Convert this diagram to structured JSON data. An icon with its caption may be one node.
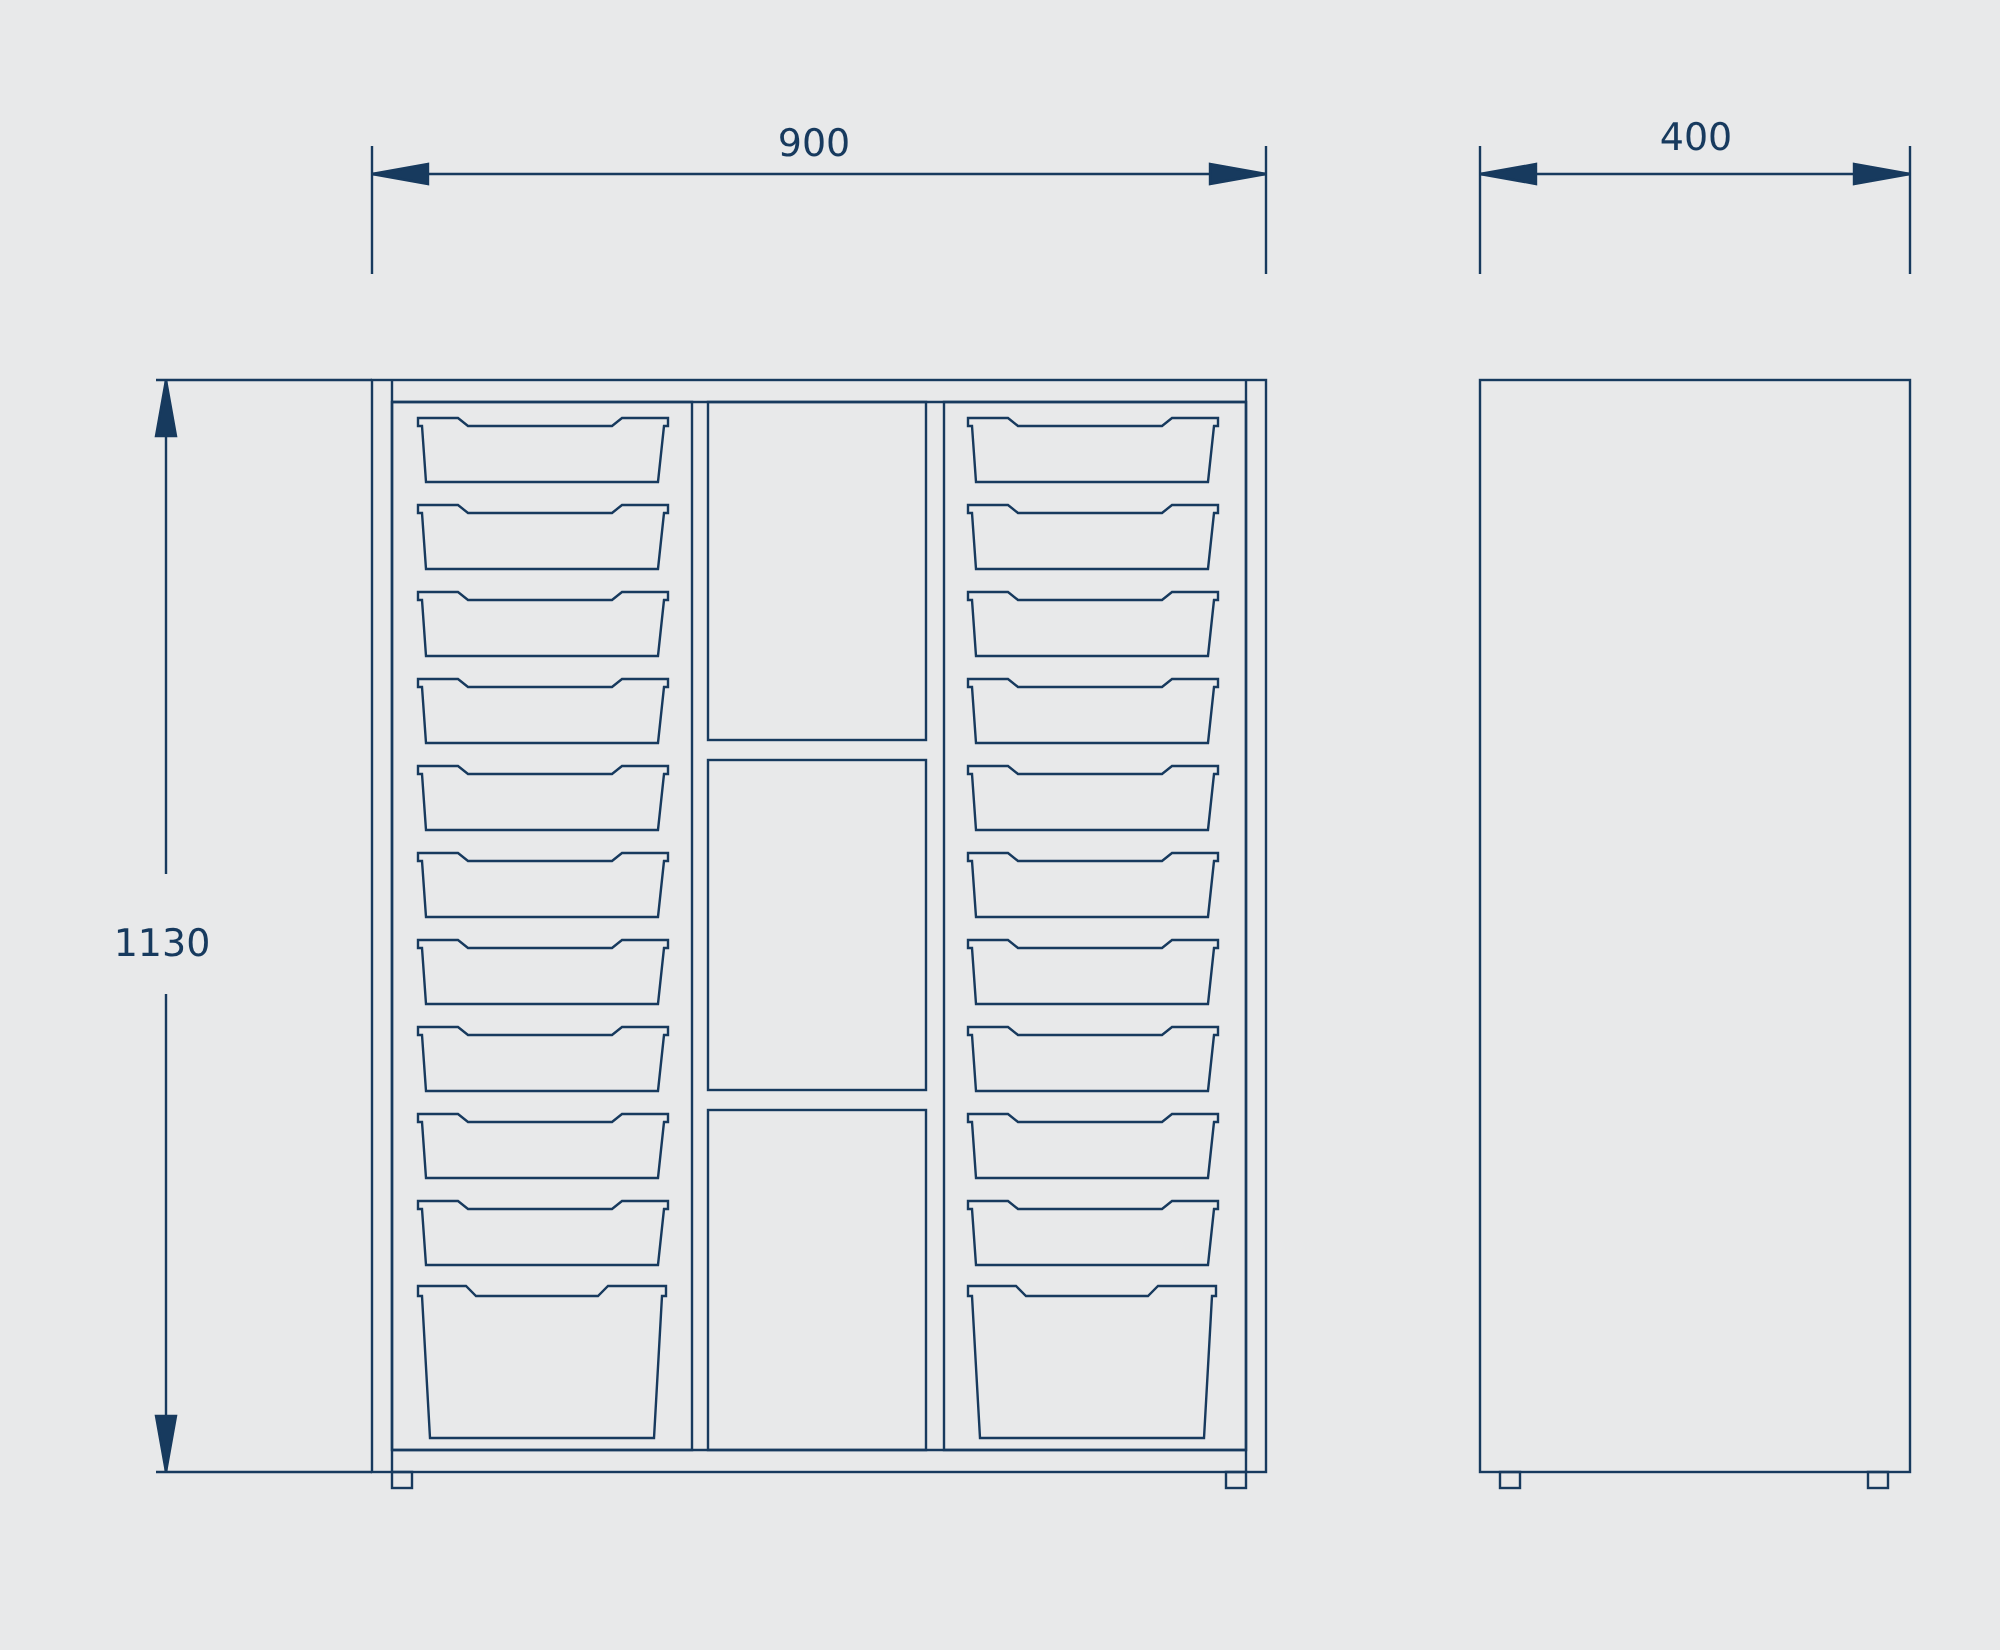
{
  "diagram": {
    "labels": [
      "900",
      "400",
      "1130"
    ]
  }
}
